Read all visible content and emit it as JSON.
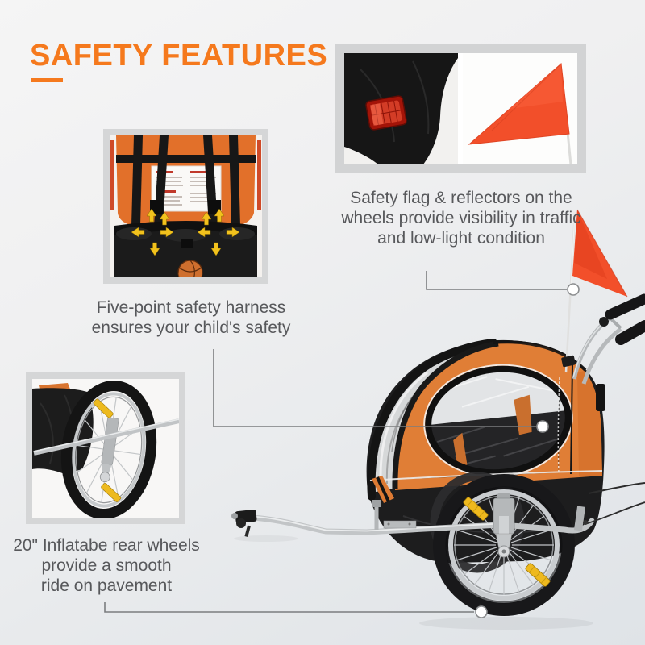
{
  "header": {
    "title": "SAFETY FEATURES"
  },
  "features": {
    "flag_reflectors": {
      "caption_line1": "Safety flag & reflectors on the",
      "caption_line2": "wheels provide visibility in traffic",
      "caption_line3": "and low-light condition"
    },
    "harness": {
      "caption_line1": "Five-point safety harness",
      "caption_line2": "ensures your child's safety"
    },
    "wheels": {
      "caption_line1": "20\" Inflatabe rear wheels",
      "caption_line2": "provide a smooth",
      "caption_line3": "ride on pavement"
    }
  },
  "photos": {
    "reflector": "red-reflector-on-black-wheel-cover",
    "flag": "orange-safety-flag-on-pole",
    "harness": "five-point-harness-trailer-interior",
    "wheel": "20-inch-rear-wheel-closeup",
    "trailer": "orange-black-child-bike-trailer-side-view"
  },
  "colors": {
    "accent_orange": "#f5791d",
    "flag_orange": "#f24f2a",
    "trailer_orange": "#e07e36",
    "caption_gray": "#57585b",
    "frame_gray": "#d5d6d7",
    "callout_gray": "#7b7d7f"
  }
}
